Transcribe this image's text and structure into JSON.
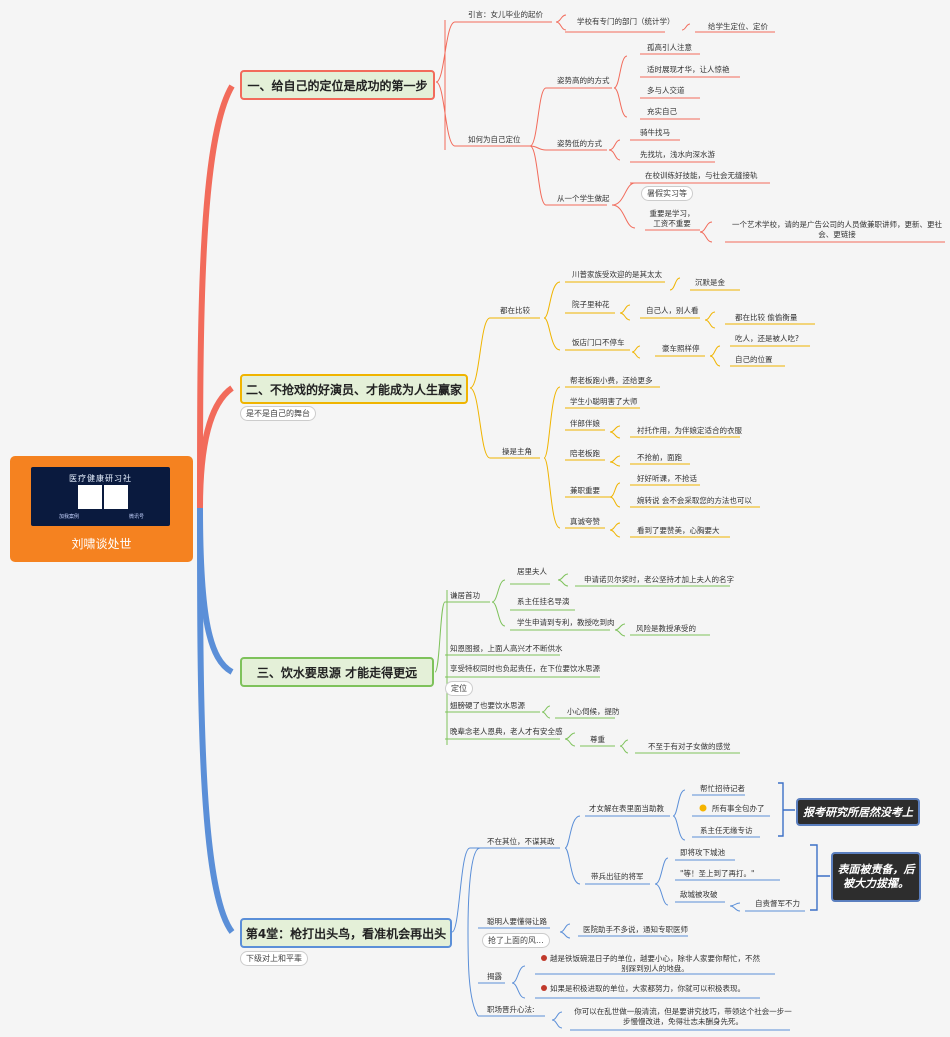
{
  "root": {
    "label": "刘啸谈处世",
    "qr_title": "医疗健康研习社",
    "qr_caption_left": "加我案例",
    "qr_caption_right": "微讯号"
  },
  "branches": [
    {
      "title": "一、给自己的定位是成功的第一步",
      "color": "#f26b5b"
    },
    {
      "title": "二、不抢戏的好演员、才能成为人生赢家",
      "color": "#f0b400",
      "tag": "是不是自己的舞台"
    },
    {
      "title": "三、饮水要思源 才能走得更远",
      "color": "#7ec25b"
    },
    {
      "title": "第4堂：枪打出头鸟，看准机会再出头",
      "color": "#5b8fd8",
      "tag": "下级对上和平辈"
    }
  ],
  "b1": {
    "intro": "引言：女儿毕业的起价",
    "dept": "学校有专门的部门（统计学）",
    "dept_child": "给学生定位、定价",
    "how": "如何为自己定位",
    "high": "姿势高的的方式",
    "high_items": [
      "孤高引人注意",
      "适时展现才华，让人惊艳",
      "多与人交道",
      "充实自己"
    ],
    "low": "姿势低的方式",
    "low_items": [
      "骑牛找马",
      "先找坑，浅水向深水游"
    ],
    "student": "从一个学生做起",
    "student_a": "在校训练好技能，与社会无缝接轨",
    "student_a_tag": "暑假实习等",
    "student_b": "重要是学习，工资不重要",
    "student_b_child": "一个艺术学校，请的是广告公司的人员做兼职讲师，更新、更社会、更链接"
  },
  "b2": {
    "compare": "都在比较",
    "compare_items": [
      "川普家族受欢迎的是其太太",
      "院子里种花",
      "饭店门口不停车"
    ],
    "silent": "沉默是金",
    "self_see": "自己人，别人看",
    "all_compare": "都在比较 偷偷衡量",
    "car": "豪车照样停",
    "eat": "吃人，还是被人吃?",
    "own_pos": "自己的位置",
    "lead": "操是主角",
    "lead_items": [
      "帮老板跑小费，还给更多",
      "学生小聪明害了大师",
      "伴郎伴娘",
      "陪老板跑",
      "兼职重要",
      "真诚夸赞"
    ],
    "foil": "衬托作用，为伴娘定适合的衣服",
    "no_rob": "不抢前，面跑",
    "listen": "好好听课，不抢话",
    "tactful": "婉转说 会不会采取您的方法也可以",
    "praise": "看到了要赞美，心胸要大"
  },
  "b3": {
    "merit": "谦居首功",
    "merit_items": [
      "居里夫人",
      "系主任挂名导演",
      "学生申请到专利，教授吃到肉"
    ],
    "curie": "申请诺贝尔奖时，老公坚持才加上夫人的名字",
    "risk": "风险是教授承受的",
    "items": [
      "知恩图报，上面人高兴才不断供水",
      "享受特权同时也负起责任，在下位要饮水思源"
    ],
    "tag_pos": "定位",
    "big": "翅膀硬了也要饮水思源",
    "careful": "小心伺候，提防",
    "old": "晚辈念老人恩典，老人才有安全感",
    "respect": "尊重",
    "children": "不至于有对子女做的感觉"
  },
  "b4": {
    "not_pos": "不在其位，不谋其政",
    "wife": "才女解在表里面当助教",
    "wife_items": [
      "帮忙招待记者",
      "所有事全包办了",
      "系主任无缘专访"
    ],
    "callout1": "报考研究所居然没考上",
    "general": "带兵出征的将军",
    "general_items": [
      "即将攻下城池",
      "\"等！圣上到了再打。\"",
      "敌城被攻破"
    ],
    "self_blame": "自责督军不力",
    "callout2": "表面被责备，后被大力拔擢。",
    "smart": "聪明人要懂得让路",
    "smart_tag": "抢了上面的风...",
    "hospital": "医院助手不多说，通知专职医师",
    "expose": "揭露",
    "expose_items": [
      "越是铁饭碗混日子的单位，越要小心，除非人家要你帮忙，不然别踩到别人的地盘。",
      "如果是积极进取的单位，大家都努力，你就可以积极表现。"
    ],
    "career": "职场晋升心法:",
    "career_text": "你可以在乱世做一般清流，但是要讲究技巧，带领这个社会一步一步慢慢改进，免得壮志未酬身先死。"
  }
}
